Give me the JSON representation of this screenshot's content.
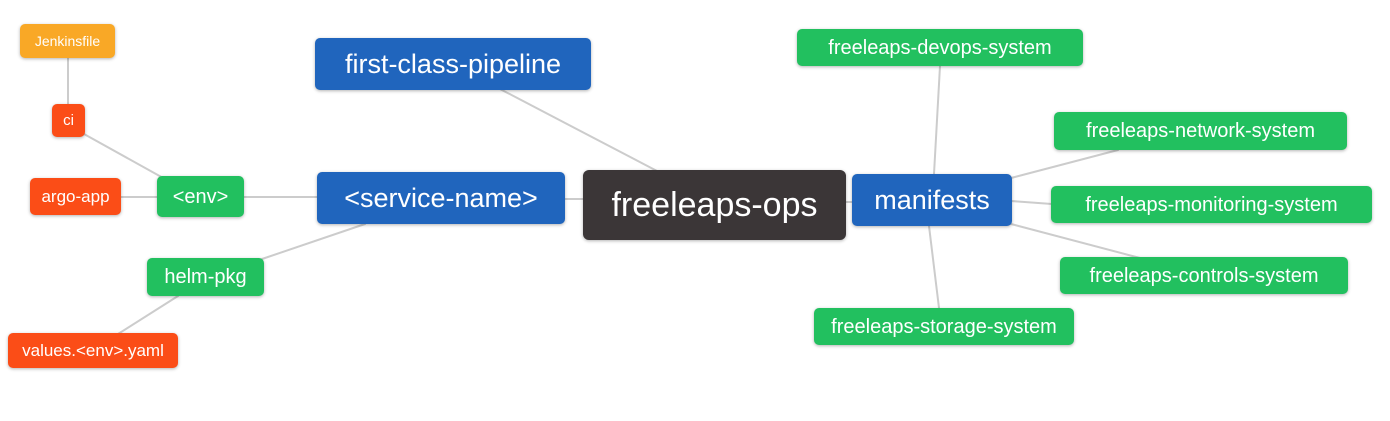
{
  "diagram_type": "mindmap",
  "palette": {
    "blue": "#2065BD",
    "green": "#22C05F",
    "red": "#FB4D17",
    "orange": "#F9A826",
    "dark": "#3B3637",
    "edge_gray": "#CCCCCC",
    "background": "#FFFFFF",
    "node_text": "#FFFFFF"
  },
  "nodes": {
    "freeleaps_ops": {
      "label": "freeleaps-ops",
      "color": "dark"
    },
    "first_class_pipeline": {
      "label": "first-class-pipeline",
      "color": "blue"
    },
    "service_name": {
      "label": "<service-name>",
      "color": "blue"
    },
    "manifests": {
      "label": "manifests",
      "color": "blue"
    },
    "env": {
      "label": "<env>",
      "color": "green"
    },
    "helm_pkg": {
      "label": "helm-pkg",
      "color": "green"
    },
    "ci": {
      "label": "ci",
      "color": "red"
    },
    "argo_app": {
      "label": "argo-app",
      "color": "red"
    },
    "jenkinsfile": {
      "label": "Jenkinsfile",
      "color": "orange"
    },
    "values_env_yaml": {
      "label": "values.<env>.yaml",
      "color": "red"
    },
    "freeleaps_devops_system": {
      "label": "freeleaps-devops-system",
      "color": "green"
    },
    "freeleaps_network_system": {
      "label": "freeleaps-network-system",
      "color": "green"
    },
    "freeleaps_monitoring_system": {
      "label": "freeleaps-monitoring-system",
      "color": "green"
    },
    "freeleaps_controls_system": {
      "label": "freeleaps-controls-system",
      "color": "green"
    },
    "freeleaps_storage_system": {
      "label": "freeleaps-storage-system",
      "color": "green"
    }
  },
  "edges": [
    {
      "from": "jenkinsfile",
      "to": "ci"
    },
    {
      "from": "ci",
      "to": "env"
    },
    {
      "from": "argo_app",
      "to": "env"
    },
    {
      "from": "env",
      "to": "service_name"
    },
    {
      "from": "first_class_pipeline",
      "to": "freeleaps_ops"
    },
    {
      "from": "service_name",
      "to": "freeleaps_ops"
    },
    {
      "from": "service_name",
      "to": "helm_pkg"
    },
    {
      "from": "helm_pkg",
      "to": "values_env_yaml"
    },
    {
      "from": "freeleaps_ops",
      "to": "manifests"
    },
    {
      "from": "manifests",
      "to": "freeleaps_devops_system"
    },
    {
      "from": "manifests",
      "to": "freeleaps_network_system"
    },
    {
      "from": "manifests",
      "to": "freeleaps_monitoring_system"
    },
    {
      "from": "manifests",
      "to": "freeleaps_controls_system"
    },
    {
      "from": "manifests",
      "to": "freeleaps_storage_system"
    }
  ]
}
